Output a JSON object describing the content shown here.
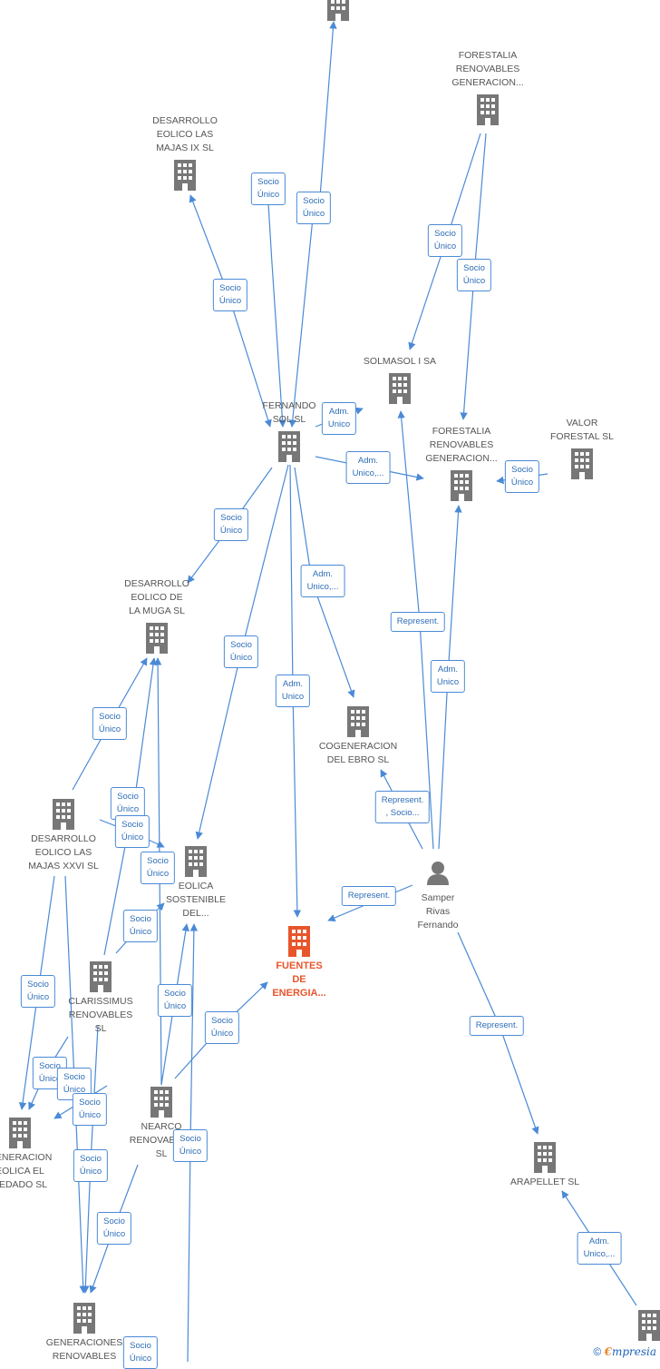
{
  "colors": {
    "edge": "#4a8ad6",
    "company": "#777777",
    "main": "#e8552b",
    "person": "#777777",
    "text": "#555555"
  },
  "nodes": [
    {
      "id": "top",
      "type": "company",
      "label": ""
    },
    {
      "id": "forestalia1",
      "type": "company",
      "label": "FORESTALIA\nRENOVABLES\nGENERACION..."
    },
    {
      "id": "majas9",
      "type": "company",
      "label": "DESARROLLO\nEOLICO LAS\nMAJAS IX  SL"
    },
    {
      "id": "solmasol",
      "type": "company",
      "label": "SOLMASOL I SA"
    },
    {
      "id": "fernando",
      "type": "company",
      "label": "FERNANDO\nSOL SL"
    },
    {
      "id": "forestalia2",
      "type": "company",
      "label": "FORESTALIA\nRENOVABLES\nGENERACION..."
    },
    {
      "id": "valor",
      "type": "company",
      "label": "VALOR\nFORESTAL SL"
    },
    {
      "id": "muga",
      "type": "company",
      "label": "DESARROLLO\nEOLICO DE\nLA MUGA SL"
    },
    {
      "id": "cogen",
      "type": "company",
      "label": "COGENERACION\nDEL EBRO  SL"
    },
    {
      "id": "majas16",
      "type": "company",
      "label": "DESARROLLO\nEOLICO LAS\nMAJAS XXVI  SL"
    },
    {
      "id": "eolica",
      "type": "company",
      "label": "EOLICA\nSOSTENIBLE\nDEL..."
    },
    {
      "id": "samper",
      "type": "person",
      "label": "Samper\nRivas\nFernando"
    },
    {
      "id": "fuentes",
      "type": "main",
      "label": "FUENTES\nDE\nENERGIA..."
    },
    {
      "id": "clarissimus",
      "type": "company",
      "label": "CLARISSIMUS\nRENOVABLES\nSL"
    },
    {
      "id": "genEolica",
      "type": "company",
      "label": "GENERACION\nEOLICA EL\nVEDADO SL"
    },
    {
      "id": "nearco",
      "type": "company",
      "label": "NEARCO\nRENOVABLES\nSL"
    },
    {
      "id": "arapellet",
      "type": "company",
      "label": "ARAPELLET  SL"
    },
    {
      "id": "generaciones",
      "type": "company",
      "label": "GENERACIONES\nRENOVABLES"
    },
    {
      "id": "brcorner",
      "type": "company",
      "label": ""
    }
  ],
  "edge_labels": [
    "Socio\nÚnico",
    "Socio\nÚnico",
    "Socio\nÚnico",
    "Socio\nÚnico",
    "Socio\nÚnico",
    "Adm.\nUnico",
    "Adm.\nUnico,...",
    "Socio\nÚnico",
    "Socio\nÚnico",
    "Adm.\nUnico,...",
    "Socio\nÚnico",
    "Adm.\nUnico",
    "Represent.",
    "Adm.\nUnico",
    "Represent.\n, Socio...",
    "Represent.",
    "Represent.",
    "Adm.\nUnico,...",
    "Socio\nÚnico",
    "Socio\nÚnico",
    "Socio\nÚnico",
    "Socio\nÚnico",
    "Socio\nÚnico",
    "Socio\nÚnico",
    "Socio\nÚnico",
    "Socio\nÚnico",
    "Socio\nÚnico",
    "Socio\nÚnico",
    "Socio\nÚnico",
    "Socio\nÚnico",
    "Socio\nÚnico",
    "Socio\nÚnico",
    "Socio\nÚnico",
    "Socio\nÚnico"
  ],
  "footer": {
    "copyright": "©",
    "brand_e": "€",
    "brand_rest": "mpresia"
  }
}
